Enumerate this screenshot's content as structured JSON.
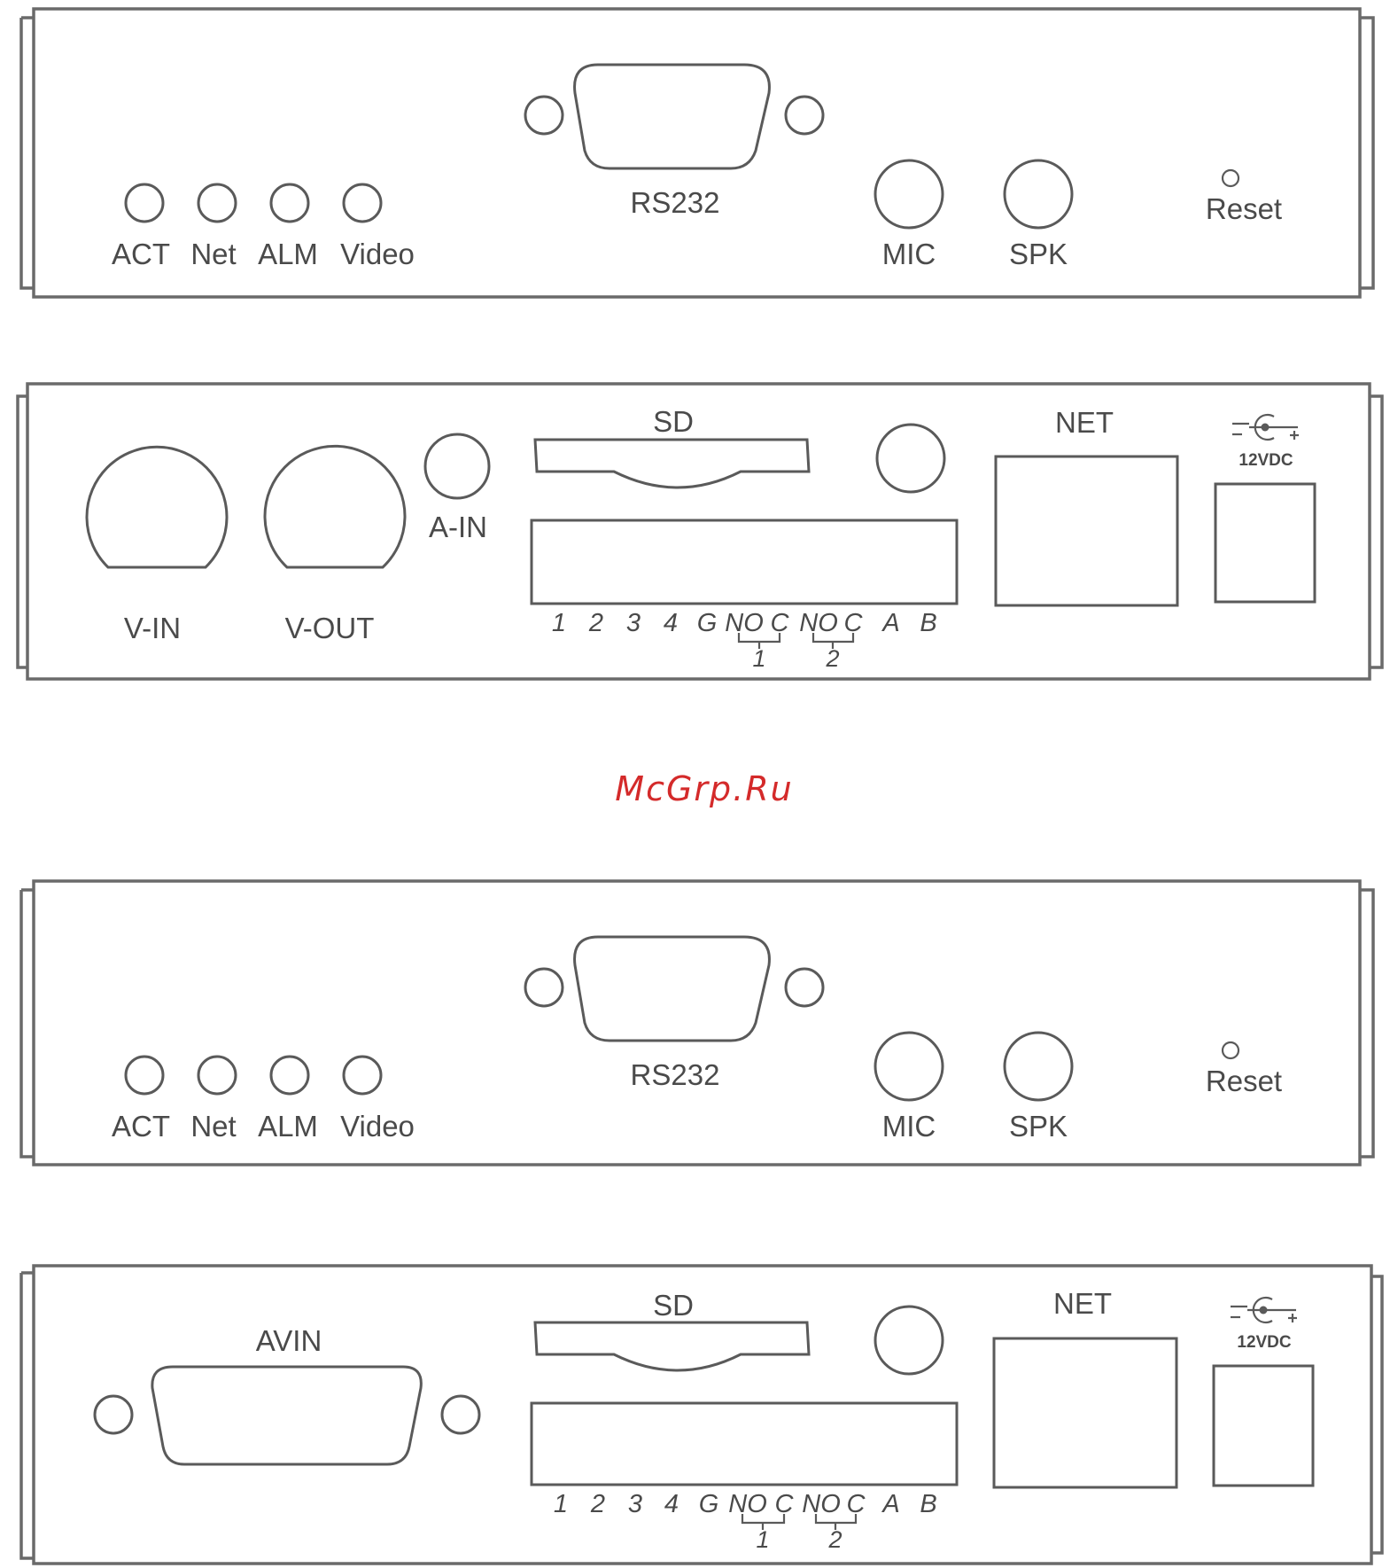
{
  "watermark": "McGrp.Ru",
  "panel1": {
    "leds": [
      "ACT",
      "Net",
      "ALM",
      "Video"
    ],
    "rs232": "RS232",
    "mic": "MIC",
    "spk": "SPK",
    "reset": "Reset"
  },
  "panel2": {
    "vin": "V-IN",
    "vout": "V-OUT",
    "ain": "A-IN",
    "sd": "SD",
    "net": "NET",
    "vdc": "12VDC",
    "terminals": [
      "1",
      "2",
      "3",
      "4",
      "G",
      "NO",
      "C",
      "NO",
      "C",
      "A",
      "B"
    ],
    "relay_groups": [
      "1",
      "2"
    ]
  },
  "panel3": {
    "leds": [
      "ACT",
      "Net",
      "ALM",
      "Video"
    ],
    "rs232": "RS232",
    "mic": "MIC",
    "spk": "SPK",
    "reset": "Reset"
  },
  "panel4": {
    "avin": "AVIN",
    "sd": "SD",
    "net": "NET",
    "vdc": "12VDC",
    "terminals": [
      "1",
      "2",
      "3",
      "4",
      "G",
      "NO",
      "C",
      "NO",
      "C",
      "A",
      "B"
    ],
    "relay_groups": [
      "1",
      "2"
    ]
  }
}
